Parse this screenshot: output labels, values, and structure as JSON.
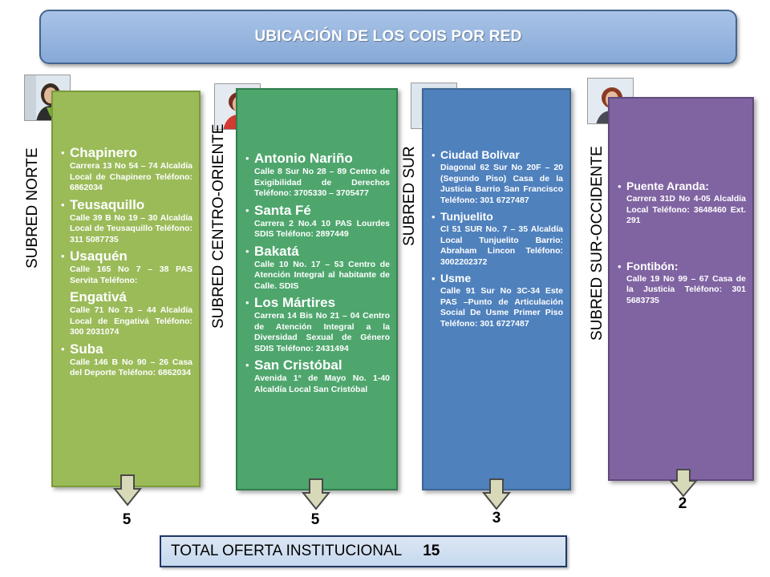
{
  "title": "UBICACIÓN DE LOS COIS POR RED",
  "subredes": [
    {
      "label": "SUBRED NORTE",
      "count": "5",
      "entries": [
        {
          "name": "Chapinero",
          "address": "Carrera 13 No 54 – 74 Alcaldía Local de Chapinero Teléfono: 6862034"
        },
        {
          "name": "Teusaquillo",
          "address": "Calle 39 B No 19 – 30 Alcaldía Local de Teusaquillo Teléfono: 311 5087735"
        },
        {
          "name": "Usaquén",
          "address": "Calle 165 No 7 – 38 PAS Servita Teléfono:"
        },
        {
          "name": "Engativá",
          "address": "Calle 71 No 73 – 44 Alcaldía Local de Engativá Teléfono: 300 2031074"
        },
        {
          "name": "Suba",
          "address": "Calle 146 B No 90 – 26 Casa del Deporte Teléfono: 6862034"
        }
      ]
    },
    {
      "label": "SUBRED CENTRO-ORIENTE",
      "count": "5",
      "entries": [
        {
          "name": "Antonio Nariño",
          "address": "Calle 8 Sur No 28 – 89 Centro de Exigibilidad de Derechos Teléfono: 3705330 – 3705477"
        },
        {
          "name": "Santa Fé",
          "address": "Carrera 2 No.4 10 PAS Lourdes SDIS Teléfono: 2897449"
        },
        {
          "name": "Bakatá",
          "address": "Calle 10 No. 17 – 53 Centro de Atención Integral al habitante de Calle. SDIS"
        },
        {
          "name": "Los Mártires",
          "address": "Carrera 14 Bis No 21 – 04 Centro de Atención Integral a la Diversidad Sexual de Género SDIS Teléfono: 2431494"
        },
        {
          "name": "San Cristóbal",
          "address": "Avenida 1° de Mayo No. 1-40 Alcaldía Local San Cristóbal"
        }
      ]
    },
    {
      "label": "SUBRED SUR",
      "count": "3",
      "entries": [
        {
          "name": "Ciudad Bolívar",
          "address": "Diagonal 62 Sur No 20F – 20 (Segundo Piso) Casa de la Justicia Barrio San Francisco Teléfono: 301 6727487"
        },
        {
          "name": "Tunjuelito",
          "address": "Cl 51 SUR No. 7 – 35 Alcaldía Local Tunjuelito Barrio: Abraham Lincon Teléfono: 3002202372"
        },
        {
          "name": "Usme",
          "address": "Calle 91 Sur No 3C-34 Este PAS –Punto de Articulación Social De Usme Primer Piso Teléfono: 301 6727487"
        }
      ]
    },
    {
      "label": "SUBRED SUR-OCCIDENTE",
      "count": "2",
      "entries": [
        {
          "name": "Puente Aranda:",
          "address": "Carrera 31D No 4-05 Alcaldía Local Teléfono: 3648460 Ext. 291"
        },
        {
          "name": "Fontibón:",
          "address": "Calle 19 No 99 – 67 Casa de la Justicia Teléfono: 301 5683735"
        }
      ]
    }
  ],
  "total": {
    "label": "TOTAL OFERTA INSTITUCIONAL",
    "value": "15"
  },
  "colors": {
    "norte": "#9bbb59",
    "centro": "#4ea66d",
    "sur": "#4f81bd",
    "suroc": "#8064a2",
    "title": "#95b3d7"
  },
  "icons": {
    "arrow": "down-arrow-icon",
    "photo": "person-photo-icon"
  }
}
